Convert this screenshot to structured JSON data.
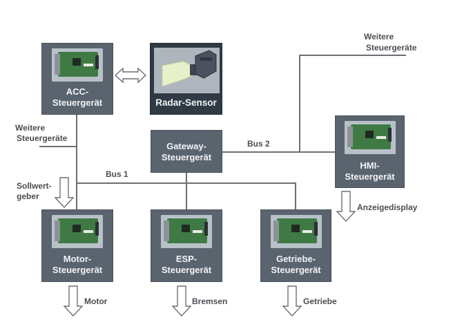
{
  "diagram": {
    "type": "automotive-ecu-network",
    "nodes": {
      "acc": {
        "line1": "ACC-",
        "line2": "Steuergerät"
      },
      "radar": {
        "label": "Radar-Sensor"
      },
      "gateway": {
        "line1": "Gateway-",
        "line2": "Steuergerät"
      },
      "hmi": {
        "line1": "HMI-",
        "line2": "Steuergerät"
      },
      "motor": {
        "line1": "Motor-",
        "line2": "Steuergerät"
      },
      "esp": {
        "line1": "ESP-",
        "line2": "Steuergerät"
      },
      "getriebe": {
        "line1": "Getriebe-",
        "line2": "Steuergerät"
      }
    },
    "buses": {
      "bus1": "Bus 1",
      "bus2": "Bus 2"
    },
    "annotations": {
      "weitere_left_1": "Weitere",
      "weitere_left_2": "Steuergeräte",
      "weitere_right_1": "Weitere",
      "weitere_right_2": "Steuergeräte",
      "sollwert_1": "Sollwert-",
      "sollwert_2": "geber",
      "anzeigedisplay": "Anzeigedisplay",
      "motor_out": "Motor",
      "bremsen_out": "Bremsen",
      "getriebe_out": "Getriebe"
    },
    "edges": [
      {
        "from": "acc",
        "to": "radar",
        "kind": "bidirectional-arrow"
      },
      {
        "from": "acc",
        "to": "bus1"
      },
      {
        "from": "gateway",
        "to": "bus1"
      },
      {
        "from": "gateway",
        "to": "bus2"
      },
      {
        "from": "bus2",
        "to": "hmi"
      },
      {
        "from": "bus2",
        "to": "weitere-steuergeraete-right"
      },
      {
        "from": "bus1",
        "to": "motor"
      },
      {
        "from": "bus1",
        "to": "esp"
      },
      {
        "from": "bus1",
        "to": "getriebe"
      },
      {
        "from": "weitere-steuergeraete-left",
        "to": "bus1"
      }
    ],
    "colors": {
      "box": "#5a646f",
      "radar_box": "#2f3a44",
      "line": "#6b6f75",
      "text": "#4a4d52"
    }
  }
}
